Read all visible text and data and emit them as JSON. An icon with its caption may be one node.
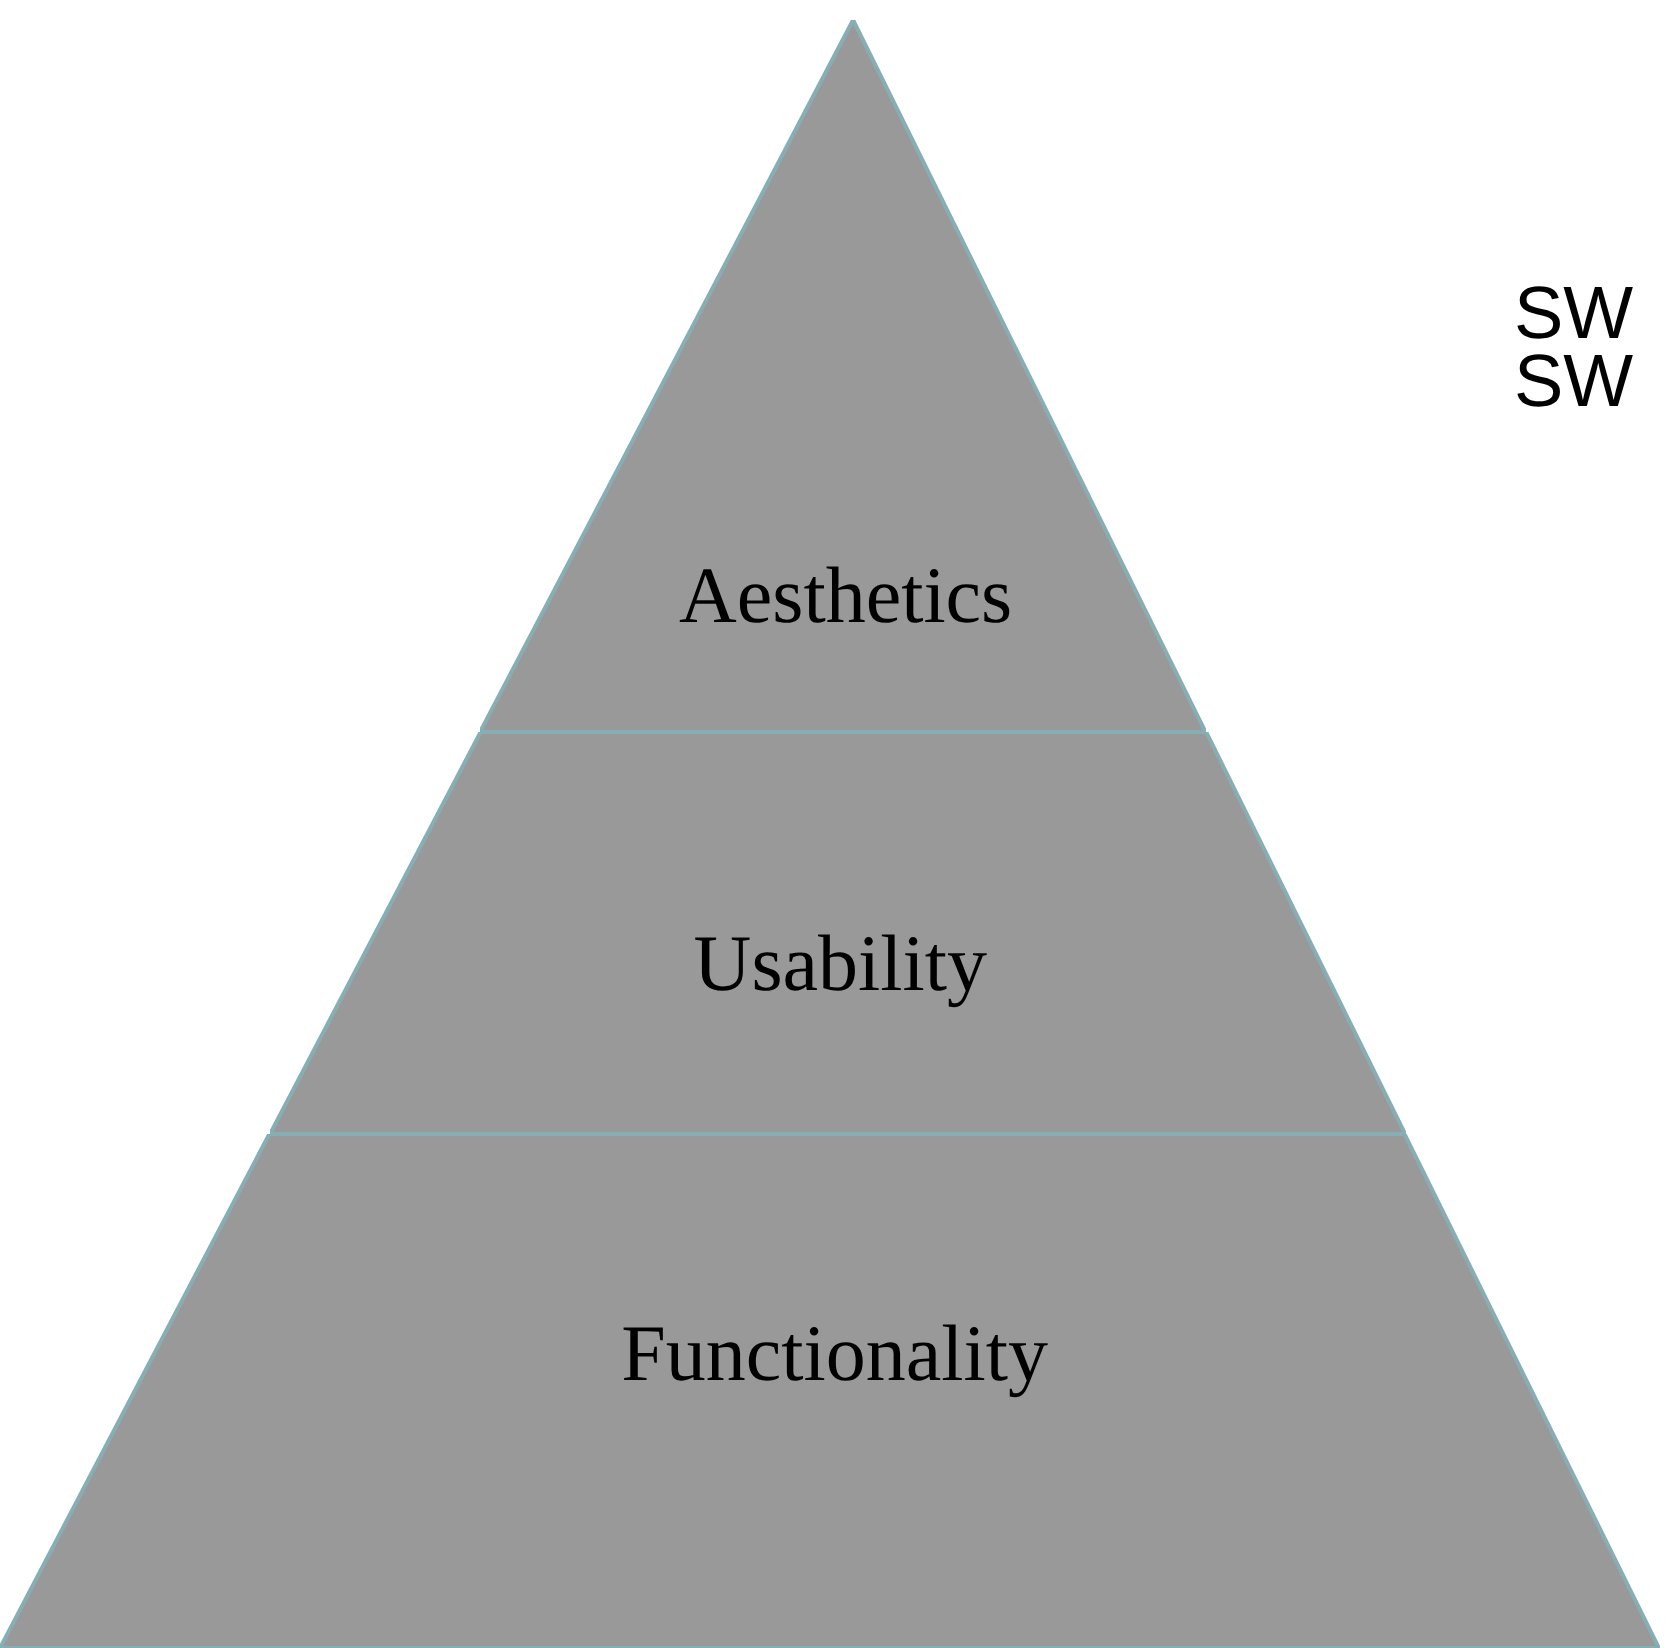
{
  "diagram": {
    "nodes": [
      {
        "text": [
          "Aesthetics"
        ]
      },
      {
        "text": [
          "Usability"
        ]
      },
      {
        "text": [
          "Functionality"
        ]
      }
    ],
    "labels": [
      "SW",
      "SW"
    ]
  }
}
